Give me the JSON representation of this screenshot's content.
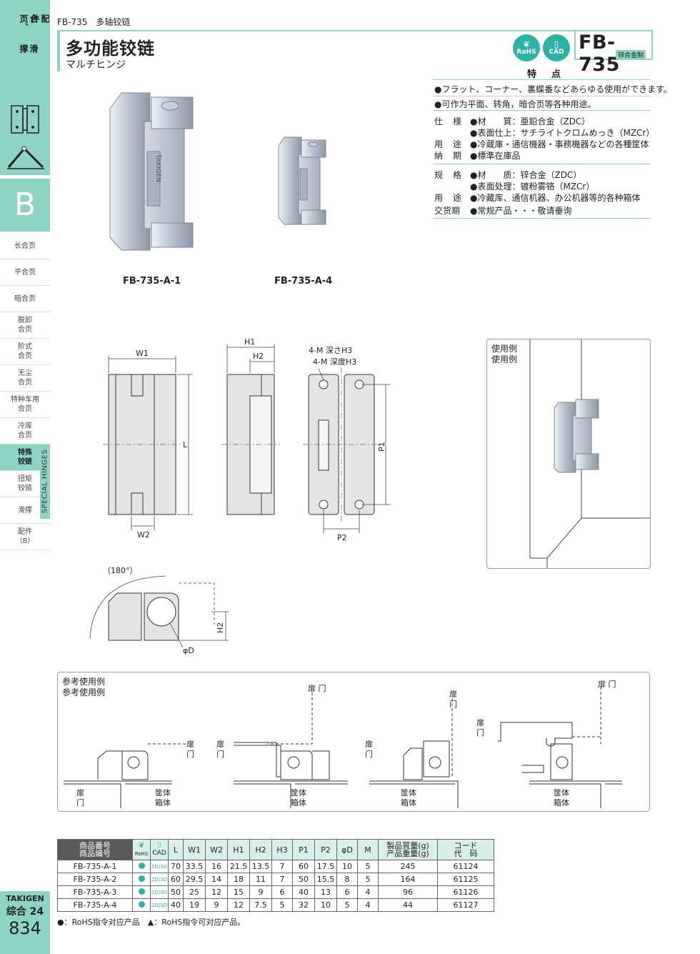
{
  "sidebar": {
    "category": "配件 合页、滑撑",
    "category_col1": "配件",
    "category_col2": "合页、",
    "category_col3": "滑撑",
    "section_letter": "B",
    "items": [
      {
        "label": "长合页"
      },
      {
        "label": "平合页"
      },
      {
        "label": "暗合页"
      },
      {
        "label": "脱卸\n合页"
      },
      {
        "label": "阶式\n合页"
      },
      {
        "label": "无尘\n合页"
      },
      {
        "label": "特种车用\n合页"
      },
      {
        "label": "冷库\n合页"
      },
      {
        "label": "特殊\n铰链",
        "active": true
      },
      {
        "label": "扭矩\n铰链"
      },
      {
        "label": "滑撑"
      },
      {
        "label": "配件\n（B）"
      }
    ],
    "vertical_label": "SPECIAL HINGES",
    "brand": "TAKIGEN",
    "catalog": "综合 24",
    "page": "834"
  },
  "header": {
    "breadcrumb": "FB-735　多轴铰链",
    "title": "多功能铰链",
    "subtitle": "マルチヒンジ",
    "rohs": "RoHS",
    "cad": "CAD",
    "model": "FB-735",
    "material_tag": "锌合金制"
  },
  "features": {
    "heading": "特　点",
    "lines": [
      "●フラット、コーナー、裏蝶番などあらゆる使用ができます。",
      "●可作为平面、转角，暗合页等各种用途。"
    ],
    "specs_ja": [
      {
        "label": "仕様",
        "value": "●材　　質：亜鉛合金（ZDC）"
      },
      {
        "label": "",
        "value": "●表面仕上：サチライトクロムめっき（MZCr）"
      },
      {
        "label": "用途",
        "value": "●冷蔵庫・通信機器・事務機器などの各種筐体"
      },
      {
        "label": "納期",
        "value": "●標準在庫品"
      }
    ],
    "specs_zh": [
      {
        "label": "规格",
        "value": "●材　　质：锌合金（ZDC）"
      },
      {
        "label": "",
        "value": "●表面处理：镀粉雾铬（MZCr）"
      },
      {
        "label": "用途",
        "value": "●冷藏库、通信机器、办公机器等的各种箱体"
      },
      {
        "label": "交货期",
        "value": "●常规产品・・・敬请垂询"
      }
    ]
  },
  "photos": {
    "left_caption": "FB-735-A-1",
    "right_caption": "FB-735-A-4",
    "engraving": "TAKIGEN"
  },
  "drawing": {
    "w1": "W1",
    "w2": "W2",
    "l": "L",
    "h1": "H1",
    "h2": "H2",
    "hole_ja": "4-M 深さH3",
    "hole_zh": "4-M 深度H3",
    "p1": "P1",
    "p2": "P2",
    "angle": "（180°）",
    "phi_d": "φD",
    "h2b": "H2"
  },
  "usage": {
    "title_ja": "使用例",
    "title_zh": "使用例"
  },
  "reference": {
    "title_ja": "参考使用例",
    "title_zh": "参考使用例",
    "labels": {
      "door": "扉\n门",
      "door_h": "扉 门",
      "cabinet": "筐体\n箱体"
    }
  },
  "table": {
    "headers": [
      "商品番号\n商品编号",
      "RoHS",
      "CAD",
      "L",
      "W1",
      "W2",
      "H1",
      "H2",
      "H3",
      "P1",
      "P2",
      "φD",
      "M",
      "製品質量(g)\n产品重量(g)",
      "コード\n代　码"
    ],
    "rows": [
      {
        "code": "FB-735-A-1",
        "cad": "2D/3D",
        "L": "70",
        "W1": "33.5",
        "W2": "16",
        "H1": "21.5",
        "H2": "13.5",
        "H3": "7",
        "P1": "60",
        "P2": "17.5",
        "D": "10",
        "M": "5",
        "weight": "245",
        "id": "61124"
      },
      {
        "code": "FB-735-A-2",
        "cad": "2D/3D",
        "L": "60",
        "W1": "29.5",
        "W2": "14",
        "H1": "18",
        "H2": "11",
        "H3": "7",
        "P1": "50",
        "P2": "15.5",
        "D": "8",
        "M": "5",
        "weight": "164",
        "id": "61125"
      },
      {
        "code": "FB-735-A-3",
        "cad": "2D/3D",
        "L": "50",
        "W1": "25",
        "W2": "12",
        "H1": "15",
        "H2": "9",
        "H3": "6",
        "P1": "40",
        "P2": "13",
        "D": "6",
        "M": "4",
        "weight": "96",
        "id": "61126"
      },
      {
        "code": "FB-735-A-4",
        "cad": "2D/3D",
        "L": "40",
        "W1": "19",
        "W2": "9",
        "H1": "12",
        "H2": "7.5",
        "H3": "5",
        "P1": "32",
        "P2": "10",
        "D": "5",
        "M": "4",
        "weight": "44",
        "id": "61127"
      }
    ],
    "note": "●：RoHS指令对应产品　▲：RoHS指令可对应产品。"
  },
  "colors": {
    "accent": "#8fd3c4",
    "badge": "#2db3a6"
  }
}
